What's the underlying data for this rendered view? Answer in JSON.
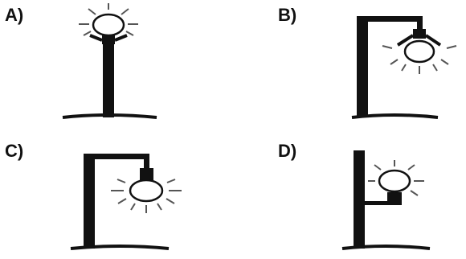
{
  "options": [
    {
      "letter": "A)"
    },
    {
      "letter": "B)"
    },
    {
      "letter": "C)"
    },
    {
      "letter": "D)"
    }
  ],
  "colors": {
    "ink": "#111111",
    "ray": "#555555",
    "bulb": "#ffffff"
  }
}
